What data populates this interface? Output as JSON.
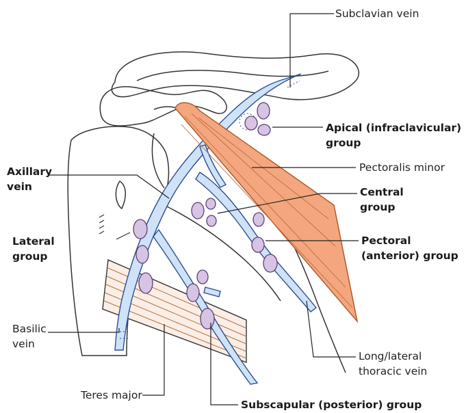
{
  "colors": {
    "vein_fill": "#cfe2f7",
    "vein_stroke": "#2a4f8f",
    "muscle_fill": "#f4a77f",
    "muscle_stroke": "#b05a2e",
    "node_fill": "#d7c4e4",
    "node_stroke": "#5b3f77",
    "teres_fibers": "#b5703f",
    "leader_line": "#222222",
    "bone_outline": "#333333"
  },
  "icons": [
    "axillary-node-shape",
    "vein-branch-shape",
    "muscle-shape",
    "bone-outline-shape"
  ],
  "labels": {
    "subclavian_vein": "Subclavian vein",
    "apical_group_l1": "Apical (infraclavicular)",
    "apical_group_l2": "group",
    "pectoralis_minor": "Pectoralis minor",
    "central_group_l1": "Central",
    "central_group_l2": "group",
    "pectoral_group_l1": "Pectoral",
    "pectoral_group_l2": "(anterior) group",
    "axillary_vein_l1": "Axillary",
    "axillary_vein_l2": "vein",
    "lateral_group_l1": "Lateral",
    "lateral_group_l2": "group",
    "basilic_vein_l1": "Basilic",
    "basilic_vein_l2": "vein",
    "long_thoracic_l1": "Long/lateral",
    "long_thoracic_l2": "thoracic vein",
    "teres_major": "Teres major",
    "subscapular_group": "Subscapular (posterior) group"
  }
}
